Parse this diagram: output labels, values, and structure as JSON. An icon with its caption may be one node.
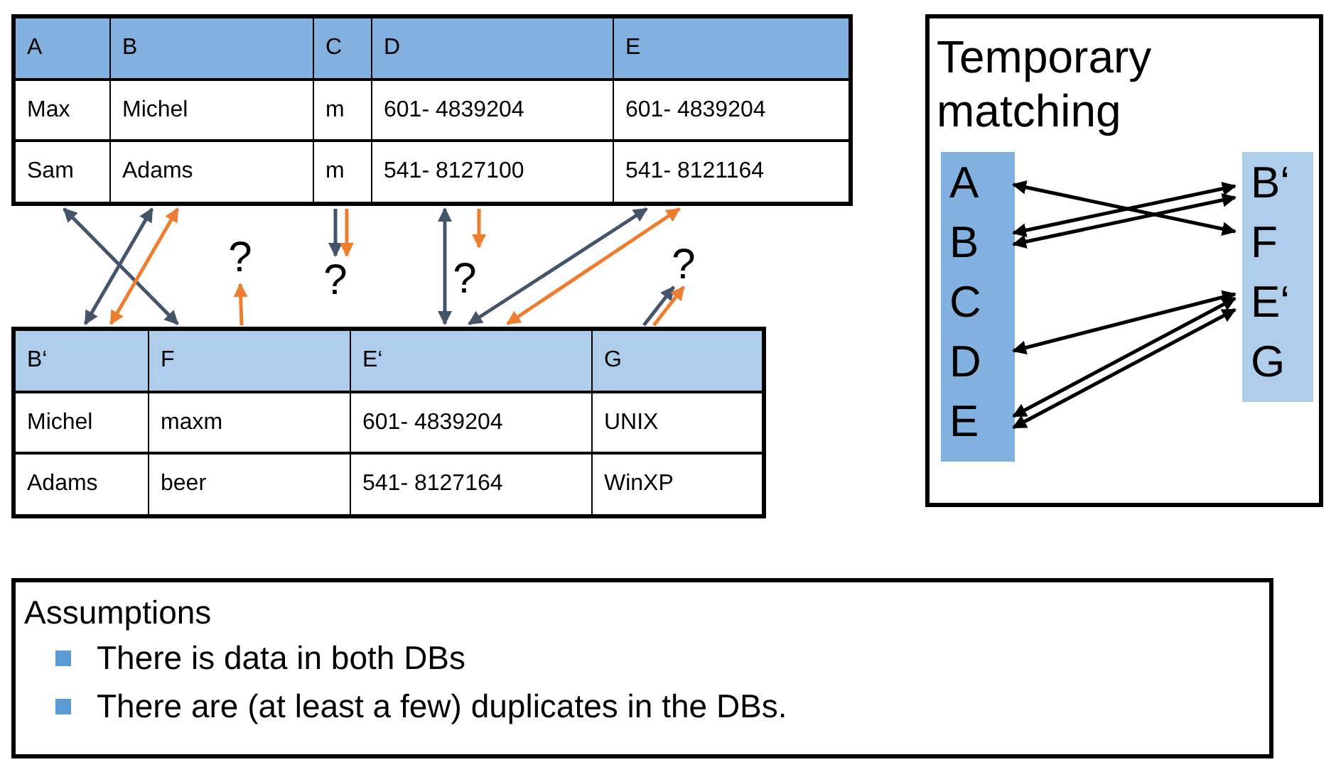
{
  "diagram": {
    "nodes": [
      {
        "text": [
          "A",
          "Max",
          "Sam"
        ]
      },
      {
        "text": [
          "B",
          "Michel",
          "Adams"
        ]
      },
      {
        "text": [
          "C",
          "m",
          "m"
        ]
      },
      {
        "text": [
          "D",
          "601- 4839204",
          "541- 8127100"
        ]
      },
      {
        "text": [
          "E",
          "601- 4839204",
          "541- 8121164"
        ]
      },
      {
        "text": [
          "B‘",
          "Michel",
          "Adams"
        ]
      },
      {
        "text": [
          "F",
          "maxm",
          "beer"
        ]
      },
      {
        "text": [
          "E‘",
          "601- 4839204",
          "541- 8127164"
        ]
      },
      {
        "text": [
          "G",
          "UNIX",
          "WinXP"
        ]
      },
      {
        "text": [
          "?"
        ]
      },
      {
        "text": [
          "?"
        ]
      },
      {
        "text": [
          "?"
        ]
      },
      {
        "text": [
          "?"
        ]
      },
      {
        "text": [
          "Temporary matching"
        ]
      },
      {
        "text": [],
        "shape": "bar",
        "in": 13
      },
      {
        "text": [
          "A"
        ],
        "in": 14
      },
      {
        "text": [
          "B"
        ],
        "in": 14
      },
      {
        "text": [
          "C"
        ],
        "in": 14
      },
      {
        "text": [
          "D"
        ],
        "in": 14
      },
      {
        "text": [
          "E"
        ],
        "in": 14
      },
      {
        "text": [],
        "shape": "bar",
        "in": 13
      },
      {
        "text": [
          "B‘"
        ],
        "in": 20
      },
      {
        "text": [
          "F"
        ],
        "in": 20
      },
      {
        "text": [
          "E‘"
        ],
        "in": 20
      },
      {
        "text": [
          "G"
        ],
        "in": 20
      },
      {
        "text": [
          "Assumptions",
          "There is data in both DBs",
          "There are (at least a few) duplicates in the DBs."
        ]
      }
    ],
    "edges": [
      {
        "from": 0,
        "to": 6,
        "arrow": "both",
        "color": "#44546a"
      },
      {
        "from": 1,
        "to": 5,
        "arrow": "both",
        "color": "#44546a"
      },
      {
        "from": 1,
        "to": 5,
        "arrow": "both",
        "color": "#ed7d31"
      },
      {
        "from": 6,
        "to": 9,
        "arrow": "to",
        "color": "#ed7d31"
      },
      {
        "from": 2,
        "to": 10,
        "arrow": "to",
        "color": "#44546a"
      },
      {
        "from": 2,
        "to": 10,
        "arrow": "to",
        "color": "#ed7d31"
      },
      {
        "from": 3,
        "to": 7,
        "arrow": "both",
        "color": "#44546a"
      },
      {
        "from": 3,
        "to": 11,
        "arrow": "to",
        "color": "#ed7d31"
      },
      {
        "from": 4,
        "to": 7,
        "arrow": "both",
        "color": "#44546a"
      },
      {
        "from": 4,
        "to": 7,
        "arrow": "both",
        "color": "#ed7d31"
      },
      {
        "from": 8,
        "to": 12,
        "arrow": "to",
        "color": "#44546a"
      },
      {
        "from": 8,
        "to": 12,
        "arrow": "to",
        "color": "#ed7d31"
      },
      {
        "from": 15,
        "to": 22,
        "arrow": "both",
        "color": "#000000"
      },
      {
        "from": 16,
        "to": 21,
        "arrow": "both",
        "color": "#000000"
      },
      {
        "from": 16,
        "to": 21,
        "arrow": "both",
        "color": "#000000"
      },
      {
        "from": 18,
        "to": 23,
        "arrow": "both",
        "color": "#000000"
      },
      {
        "from": 19,
        "to": 23,
        "arrow": "both",
        "color": "#000000"
      },
      {
        "from": 19,
        "to": 23,
        "arrow": "both",
        "color": "#000000"
      }
    ]
  }
}
